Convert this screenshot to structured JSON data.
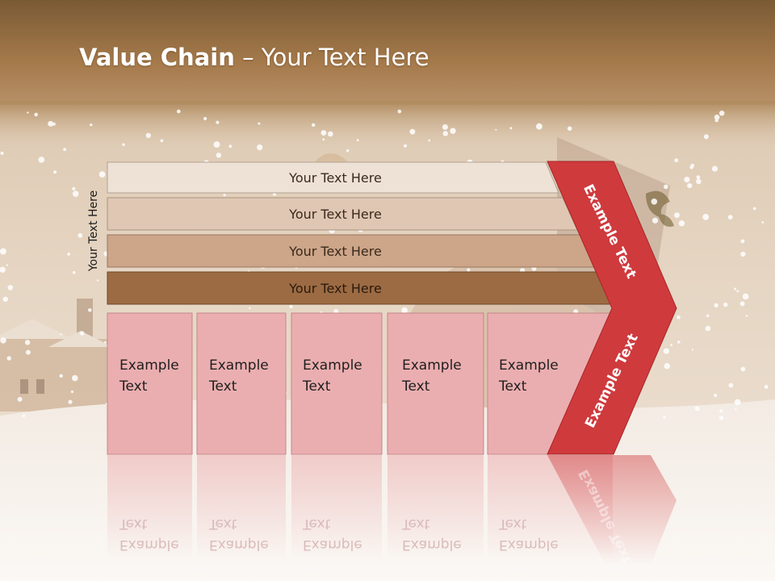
{
  "title": {
    "bold": "Value Chain",
    "rest": " – Your Text Here"
  },
  "side_label": "Your Text Here",
  "bars": [
    {
      "label": "Your Text Here",
      "color": "#eee1d6"
    },
    {
      "label": "Your Text Here",
      "color": "#e0c7b3"
    },
    {
      "label": "Your Text Here",
      "color": "#cda588"
    },
    {
      "label": "Your Text Here",
      "color": "#9c6b43"
    }
  ],
  "boxes": [
    {
      "label": "Example\nText"
    },
    {
      "label": "Example\nText"
    },
    {
      "label": "Example\nText"
    },
    {
      "label": "Example\nText"
    },
    {
      "label": "Example\nText"
    }
  ],
  "chevron": {
    "top_label": "Example Text",
    "bottom_label": "Example Text",
    "color": "#cf3a3d"
  },
  "colors": {
    "box_fill": "#ebaeb0",
    "header_band": "#a9804f"
  }
}
